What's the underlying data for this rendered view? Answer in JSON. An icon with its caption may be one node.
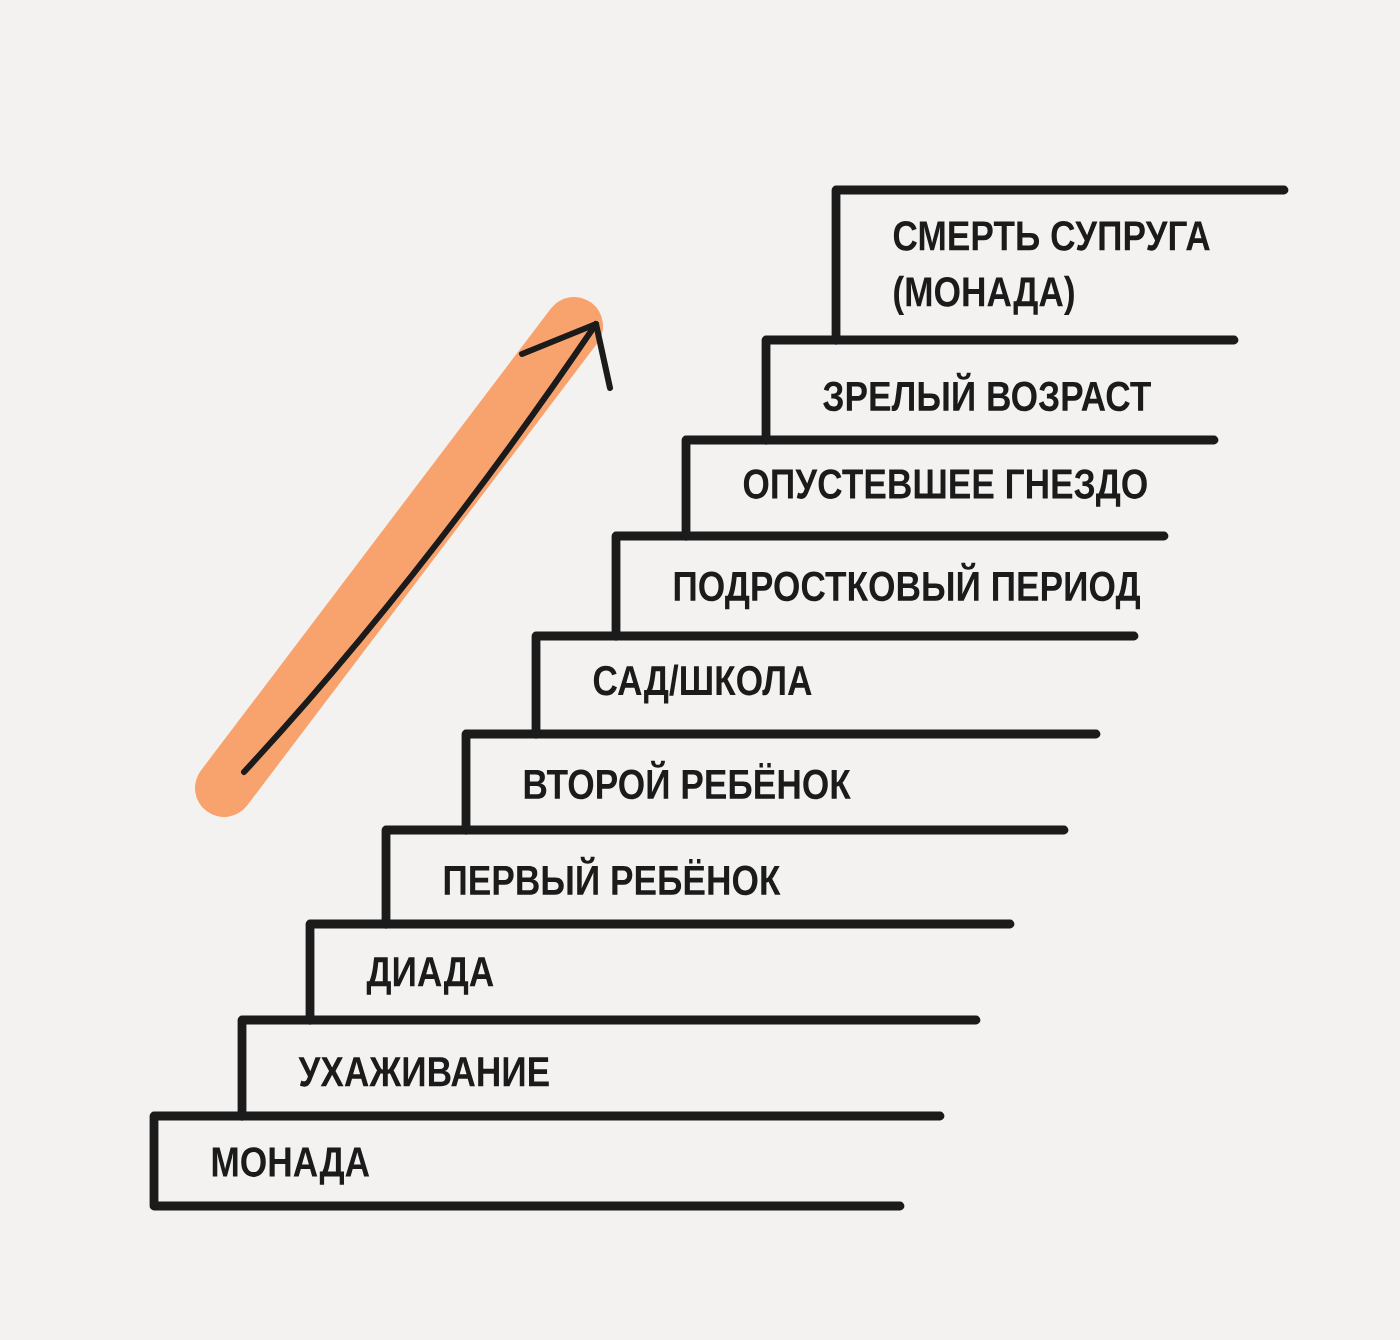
{
  "diagram": {
    "nodes": [
      {
        "text": [
          "МОНАДА"
        ]
      },
      {
        "text": [
          "УХАЖИВАНИЕ"
        ]
      },
      {
        "text": [
          "ДИАДА"
        ]
      },
      {
        "text": [
          "ПЕРВЫЙ РЕБЁНОК"
        ]
      },
      {
        "text": [
          "ВТОРОЙ РЕБЁНОК"
        ]
      },
      {
        "text": [
          "САД/ШКОЛА"
        ]
      },
      {
        "text": [
          "ПОДРОСТКОВЫЙ ПЕРИОД"
        ]
      },
      {
        "text": [
          "ОПУСТЕВШЕЕ ГНЕЗДО"
        ]
      },
      {
        "text": [
          "ЗРЕЛЫЙ ВОЗРАСТ"
        ]
      },
      {
        "text": [
          "СМЕРТЬ СУПРУГА (МОНАДА)"
        ]
      }
    ]
  }
}
